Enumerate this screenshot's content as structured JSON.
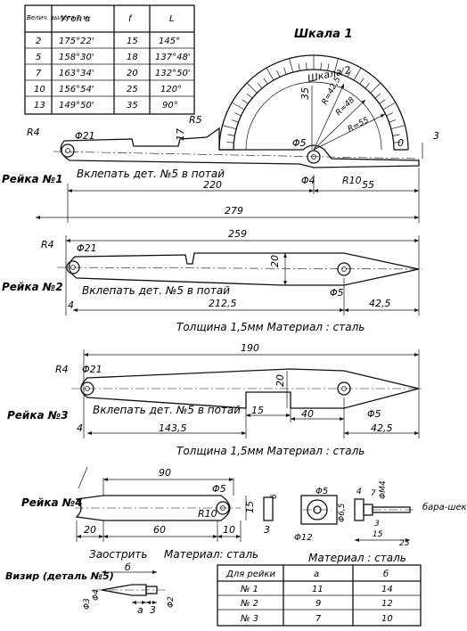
{
  "top_table": {
    "headers": [
      "Велич. вылета F, м",
      "Угол α",
      "f",
      "L"
    ],
    "rows": [
      [
        "2",
        "175°22'",
        "15",
        "145°"
      ],
      [
        "5",
        "158°30'",
        "18",
        "137°48'"
      ],
      [
        "7",
        "163°34'",
        "20",
        "132°50'"
      ],
      [
        "10",
        "156°54'",
        "25",
        "120°"
      ],
      [
        "13",
        "149°50'",
        "35",
        "90°"
      ]
    ]
  },
  "scale": {
    "title": "Шкала 1",
    "inner_title": "Шкала 2",
    "radii": [
      "R=42,5",
      "R=48",
      "R=55"
    ],
    "r5": "R5",
    "dim_17": "17",
    "dim_35": "35",
    "dim_3": "3",
    "zero": "0"
  },
  "rail1": {
    "name": "Рейка №1",
    "note": "Вклепать дет. №5 в потай",
    "r4": "R4",
    "hole": "Φ21",
    "phi5": "Φ5",
    "phi4": "Φ4",
    "r10": "R10",
    "dim_220": "220",
    "dim_55": "55",
    "dim_279": "279"
  },
  "rail2": {
    "name": "Рейка №2",
    "note": "Вклепать дет. №5 в потай",
    "r4": "R4",
    "hole": "Φ21",
    "phi5": "Φ5",
    "dim_259": "259",
    "dim_20": "20",
    "dim_4": "4",
    "dim_212": "212,5",
    "dim_42": "42,5",
    "footer": "Толщина 1,5мм   Материал : сталь"
  },
  "rail3": {
    "name": "Рейка №3",
    "note": "Вклепать дет. №5 в потай",
    "r4": "R4",
    "hole": "Φ21",
    "phi5": "Φ5",
    "dim_190": "190",
    "dim_20": "20",
    "dim_15": "15",
    "dim_40": "40",
    "dim_4": "4",
    "dim_143": "143,5",
    "dim_42": "42,5",
    "footer": "Толщина 1,5мм   Материал : сталь"
  },
  "rail4": {
    "name": "Рейка №4",
    "dim_90": "90",
    "phi5": "Φ5",
    "r10": "R10",
    "dim_15": "15",
    "dim_20": "20",
    "dim_60": "60",
    "dim_10": "10",
    "dim_3": "3",
    "sharpen": "Заострить",
    "material": "Материал: сталь"
  },
  "thumbscrew": {
    "phi12": "Φ12",
    "phi5": "Φ5",
    "phi6": "Φ6,5",
    "phiM4": "ΦМ4",
    "dim_4": "4",
    "dim_7": "7",
    "dim_3": "3",
    "dim_15": "15",
    "dim_25": "25",
    "dim_6": "6",
    "label": "бара-шек",
    "material": "Материал : сталь"
  },
  "sight": {
    "name": "Визир (деталь №5)",
    "dim_b": "б",
    "dim_a": "а",
    "dim_3": "3",
    "phi3": "Φ3",
    "phi2": "Φ2",
    "phi4": "Φ4"
  },
  "bottom_table": {
    "headers": [
      "Для рейки",
      "а",
      "б"
    ],
    "rows": [
      [
        "№ 1",
        "11",
        "14"
      ],
      [
        "№ 2",
        "9",
        "12"
      ],
      [
        "№ 3",
        "7",
        "10"
      ]
    ]
  }
}
